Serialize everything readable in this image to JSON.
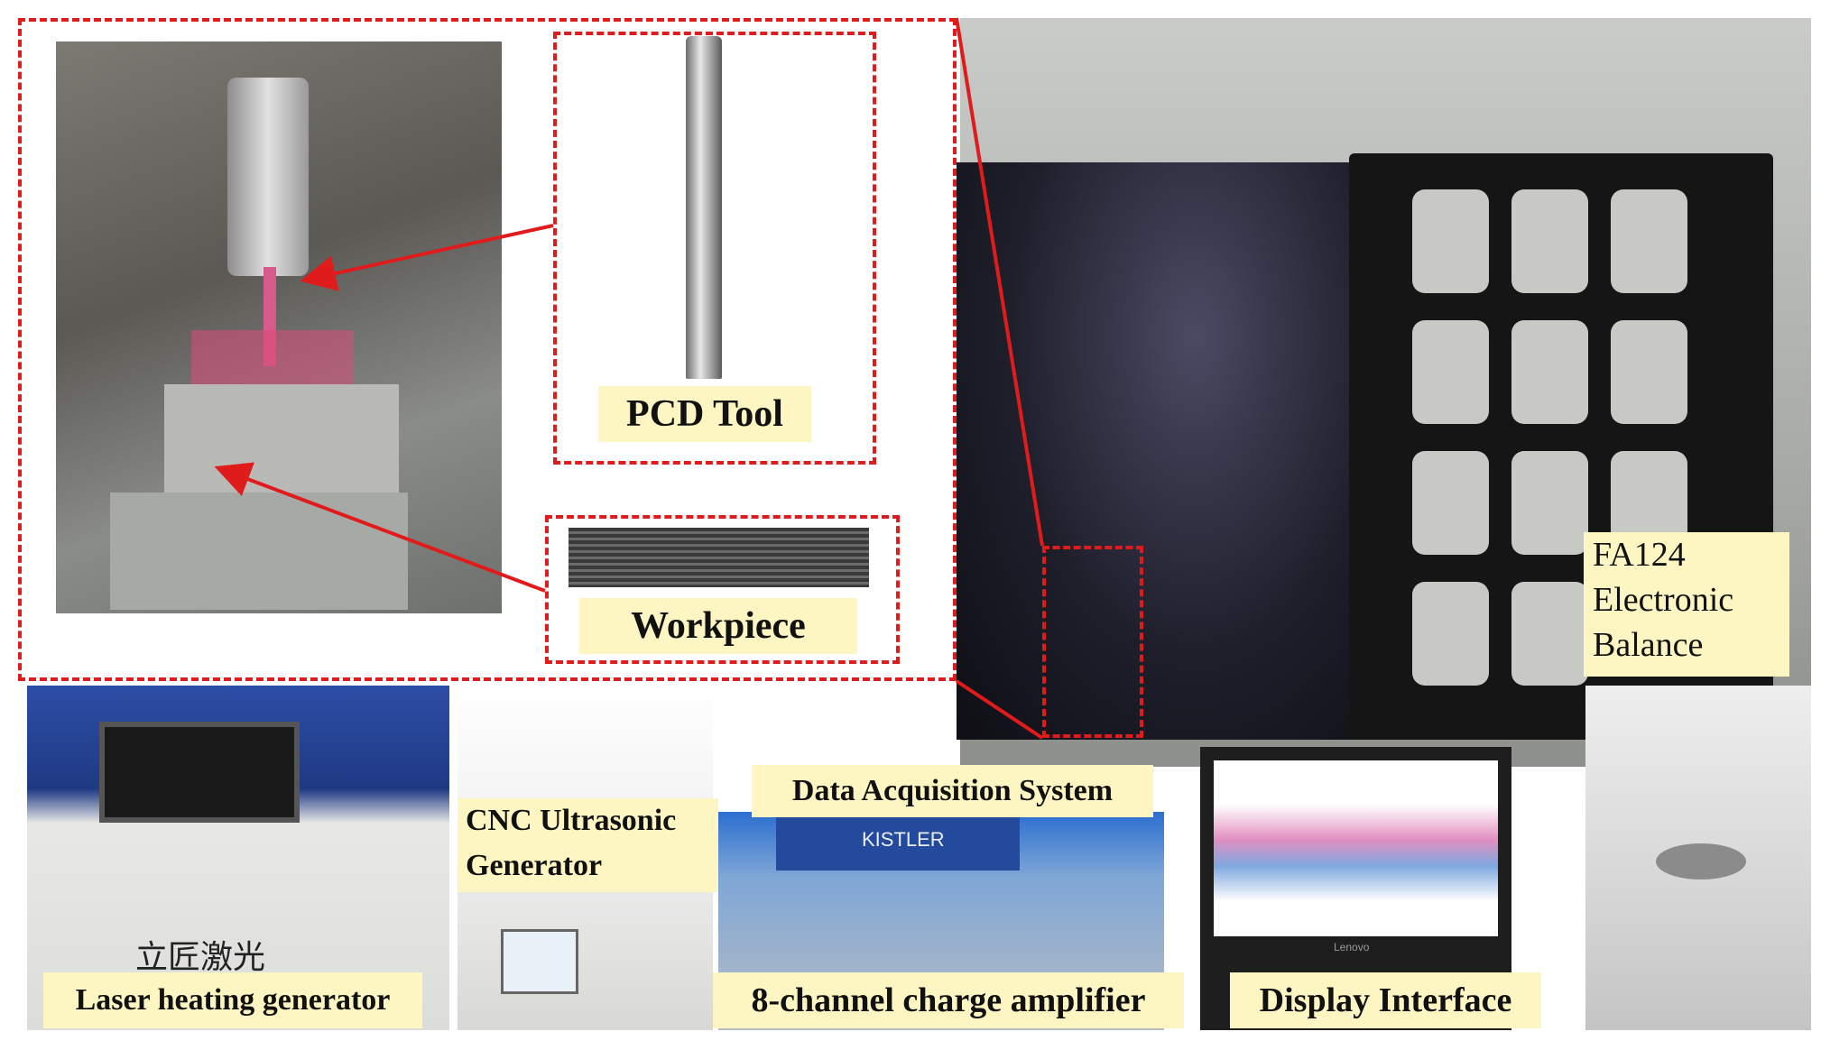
{
  "colors": {
    "dash_red": "#e01b1b",
    "label_bg": "#fdf6c3",
    "kistler_blue": "#244a9e"
  },
  "labels": {
    "pcd_tool": "PCD Tool",
    "workpiece": "Workpiece",
    "balance": [
      "FA124",
      "Electronic",
      "Balance"
    ],
    "data_acquisition": "Data Acquisition System",
    "cnc_generator": [
      "CNC Ultrasonic",
      "Generator"
    ],
    "laser_generator": "Laser heating generator",
    "charge_amplifier": "8-channel charge amplifier",
    "display_interface": "Display Interface"
  },
  "photo_text": {
    "kistler_brand": "KISTLER",
    "laser_brand": "立匠激光",
    "laptop_brand": "Lenovo"
  }
}
